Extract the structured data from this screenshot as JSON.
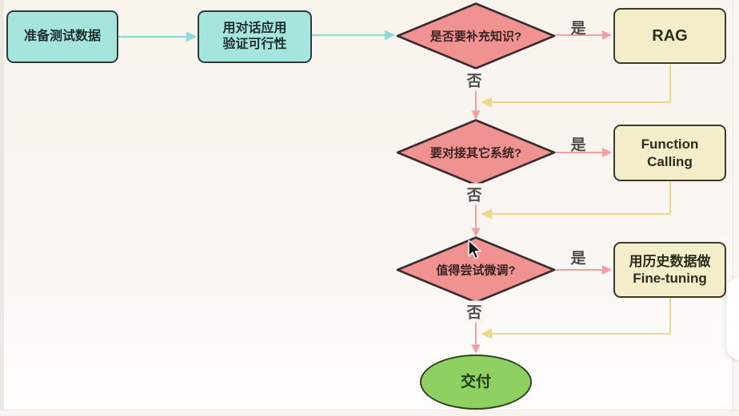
{
  "nodes": {
    "start": {
      "label": "准备测试数据",
      "type": "process"
    },
    "verify": {
      "label": "用对话应用\n验证可行性",
      "type": "process"
    },
    "decision_knowledge": {
      "label": "是否要补充知识?",
      "type": "decision"
    },
    "rag": {
      "label": "RAG",
      "type": "result"
    },
    "decision_systems": {
      "label": "要对接其它系统?",
      "type": "decision"
    },
    "function_calling": {
      "label": "Function\nCalling",
      "type": "result"
    },
    "decision_finetune": {
      "label": "值得尝试微调?",
      "type": "decision"
    },
    "fine_tuning": {
      "label": "用历史数据做\nFine-tuning",
      "type": "result"
    },
    "deliver": {
      "label": "交付",
      "type": "terminal"
    }
  },
  "edge_labels": {
    "knowledge_yes": "是",
    "knowledge_no": "否",
    "systems_yes": "是",
    "systems_no": "否",
    "finetune_yes": "是",
    "finetune_no": "否"
  },
  "colors": {
    "canvas_bg": "#faf5f0",
    "process_fill": "#a6e5de",
    "process_border": "#2e3b3a",
    "decision_fill": "#f09292",
    "decision_border": "#3a2c2c",
    "result_fill": "#f3edca",
    "result_border": "#3d3a2c",
    "terminal_fill": "#8ed162",
    "terminal_border": "#2f441f",
    "teal_edge": "#8edcd6",
    "pink_edge": "#f2a0a0",
    "yellow_edge": "#ead98c"
  },
  "cursor": {
    "icon": "arrow-pointer"
  }
}
